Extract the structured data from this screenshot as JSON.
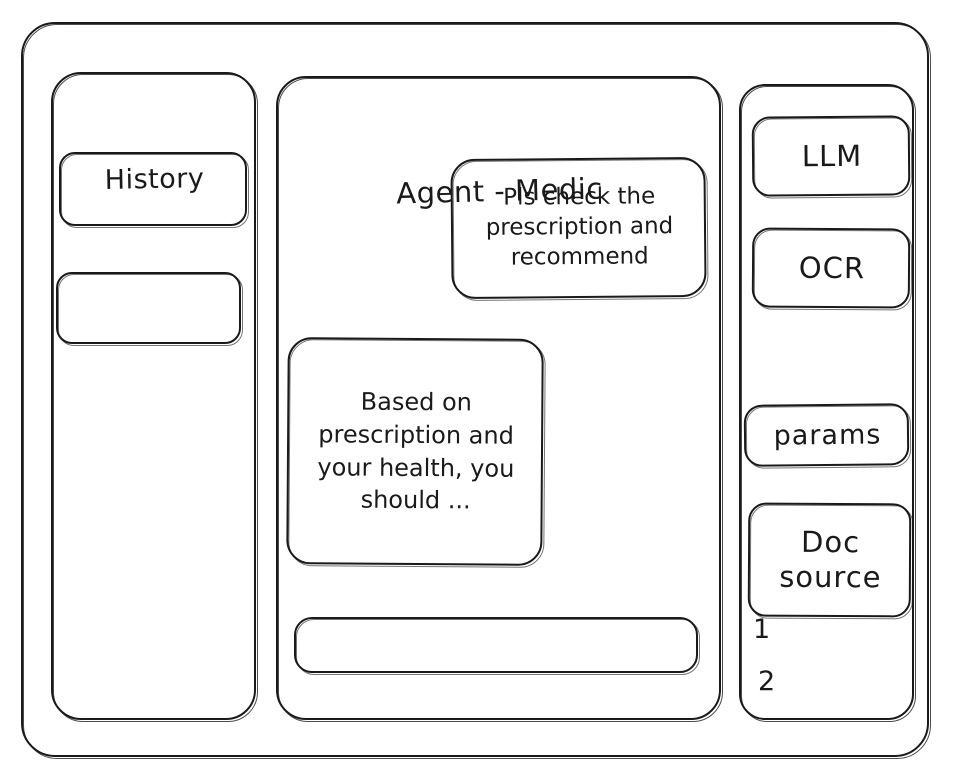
{
  "window": {
    "name": "wireframe-window"
  },
  "history": {
    "title": "History",
    "items": [
      {
        "label": ""
      },
      {
        "label": ""
      }
    ]
  },
  "main": {
    "title": "Agent - Medic",
    "messages": [
      {
        "role": "user",
        "text": "Pls check the prescription and recommend"
      },
      {
        "role": "agent",
        "text": "Based on prescription and your health, you should ..."
      }
    ],
    "composer": {
      "value": "",
      "placeholder": ""
    }
  },
  "tools": {
    "buttons": [
      {
        "label": "LLM"
      },
      {
        "label": "OCR"
      },
      {
        "label": "params"
      },
      {
        "label": "Doc source"
      }
    ],
    "doc_source": {
      "label_line_1": "Doc",
      "label_line_2": "source",
      "references": [
        "1",
        "2"
      ]
    }
  },
  "colors": {
    "stroke": "#1a1a1a",
    "background": "#ffffff"
  }
}
